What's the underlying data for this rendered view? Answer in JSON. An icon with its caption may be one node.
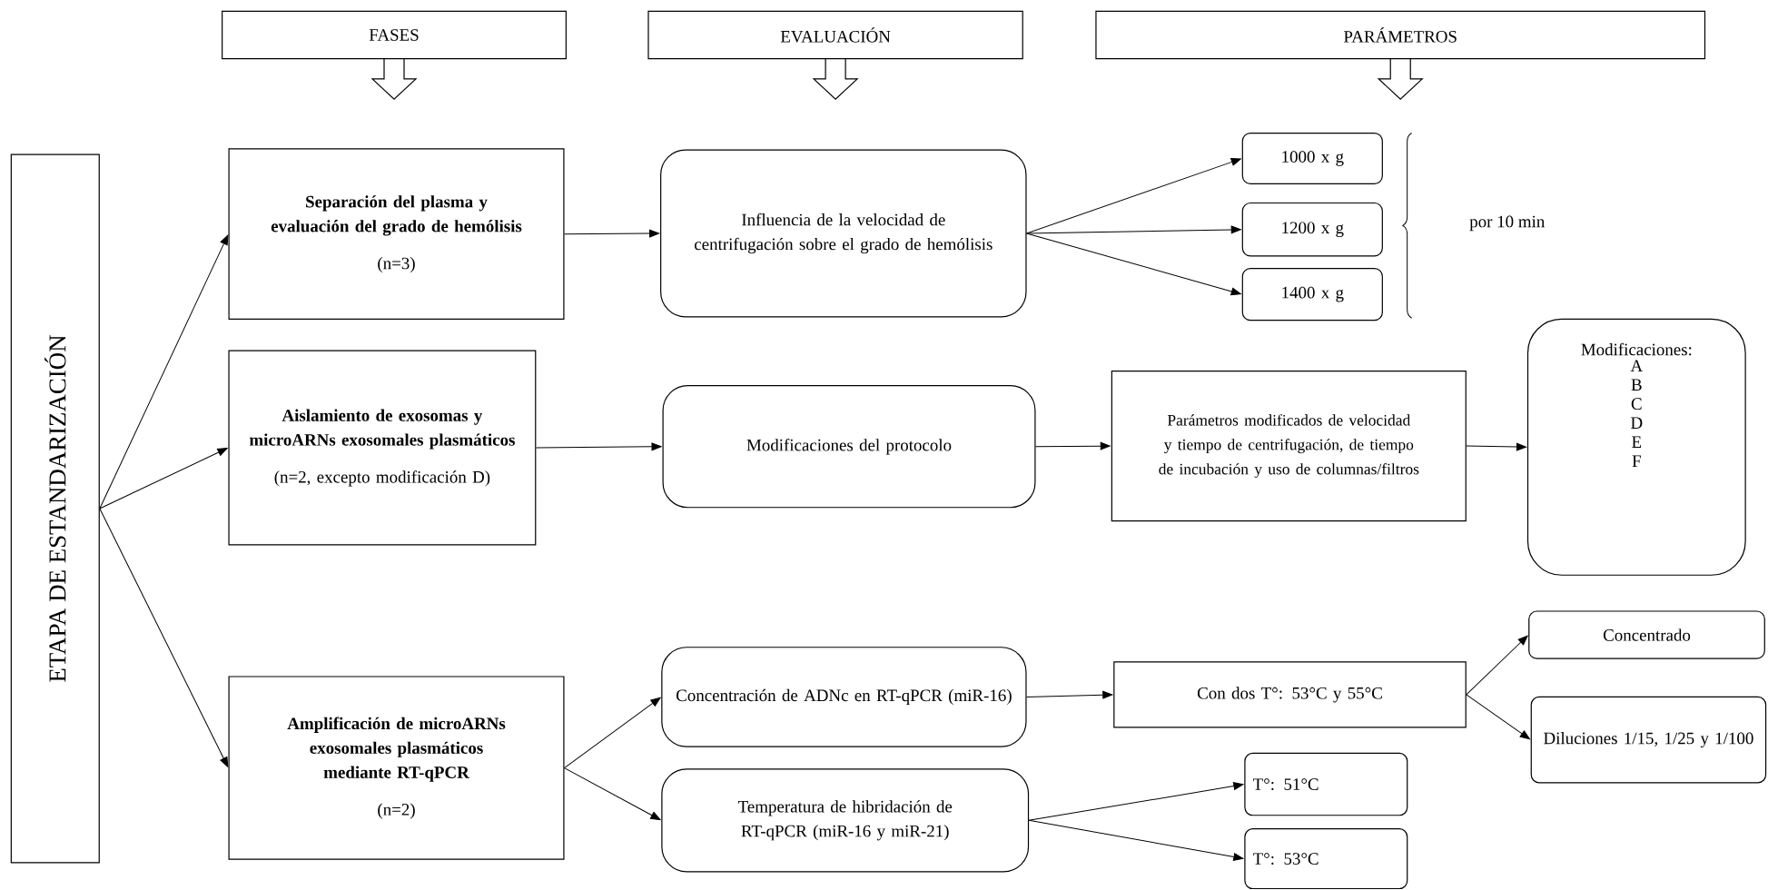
{
  "diagram": {
    "nodes": [
      {
        "text": [
          "FASES"
        ]
      },
      {
        "text": [
          "EVALUACIÓN"
        ]
      },
      {
        "text": [
          "PARÁMETROS"
        ]
      },
      {
        "text": [
          "ETAPA DE ESTANDARIZACIÓN"
        ]
      },
      {
        "text": [
          "Separación del plasma y evaluación del grado de hemólisis",
          "(n=3)"
        ]
      },
      {
        "text": [
          "Influencia de la velocidad de centrifugación sobre el grado de hemólisis"
        ]
      },
      {
        "text": [
          "1000 x g"
        ]
      },
      {
        "text": [
          "1200 x g"
        ]
      },
      {
        "text": [
          "1400 x g"
        ]
      },
      {
        "text": [
          "Aislamiento de exosomas y microARNs exosomales plasmáticos",
          "(n=2, excepto modificación D)"
        ]
      },
      {
        "text": [
          "Modificaciones del protocolo"
        ]
      },
      {
        "text": [
          "Parámetros modificados de velocidad y tiempo de centrifugación, de tiempo de incubación y uso de columnas/filtros"
        ]
      },
      {
        "text": [
          "Modificaciones:",
          "A B C D E F"
        ]
      },
      {
        "text": [
          "Amplificación de microARNs exosomales plasmáticos mediante RT-qPCR",
          "(n=2)"
        ]
      },
      {
        "text": [
          "Concentración de ADNc en RT-qPCR (miR-16)"
        ]
      },
      {
        "text": [
          "Con dos T°: 53°C y 55°C"
        ]
      },
      {
        "text": [
          "Concentrado"
        ]
      },
      {
        "text": [
          "Diluciones 1/15, 1/25 y 1/100"
        ]
      },
      {
        "text": [
          "Temperatura de hibridación de RT-qPCR (miR-16 y miR-21)"
        ]
      },
      {
        "text": [
          "T°: 51°C"
        ]
      },
      {
        "text": [
          "T°: 53°C"
        ]
      }
    ],
    "edges": [
      {
        "from": 3,
        "to": 4,
        "arrow": "to"
      },
      {
        "from": 3,
        "to": 9,
        "arrow": "to"
      },
      {
        "from": 3,
        "to": 13,
        "arrow": "to"
      },
      {
        "from": 4,
        "to": 5,
        "arrow": "to"
      },
      {
        "from": 5,
        "to": 6,
        "arrow": "to"
      },
      {
        "from": 5,
        "to": 7,
        "arrow": "to"
      },
      {
        "from": 5,
        "to": 8,
        "arrow": "to"
      },
      {
        "from": 9,
        "to": 10,
        "arrow": "to"
      },
      {
        "from": 10,
        "to": 11,
        "arrow": "to"
      },
      {
        "from": 11,
        "to": 12,
        "arrow": "to"
      },
      {
        "from": 13,
        "to": 14,
        "arrow": "to"
      },
      {
        "from": 13,
        "to": 18,
        "arrow": "to"
      },
      {
        "from": 14,
        "to": 15,
        "arrow": "to"
      },
      {
        "from": 15,
        "to": 16,
        "arrow": "to"
      },
      {
        "from": 15,
        "to": 17,
        "arrow": "to"
      },
      {
        "from": 18,
        "to": 19,
        "arrow": "to"
      },
      {
        "from": 18,
        "to": 20,
        "arrow": "to"
      }
    ],
    "labels": [
      "por 10 min"
    ]
  }
}
